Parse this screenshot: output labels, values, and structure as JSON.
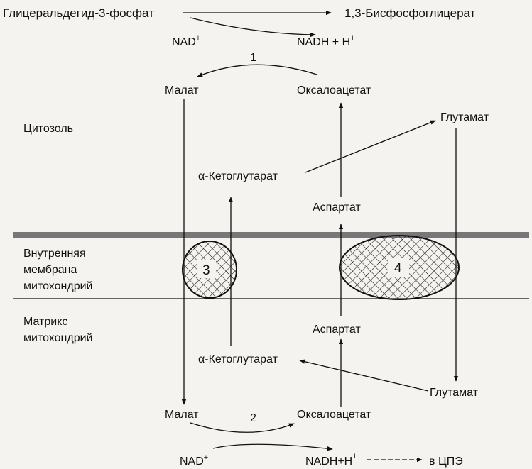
{
  "labels": {
    "g3p": "Глицеральдегид-3-фосфат",
    "bpg": "1,3-Бисфосфоглицерат",
    "nad_top": "NAD",
    "nad_top_sup": "+",
    "nadh_top": "NADH + H",
    "nadh_top_sup": "+",
    "enzyme1": "1",
    "malate_top": "Малат",
    "oaa_top": "Оксалоацетат",
    "cytosol": "Цитозоль",
    "glutamate_top": "Глутамат",
    "akg_top": "α-Кетоглутарат",
    "aspartate_top": "Аспартат",
    "membrane_line1": "Внутренняя",
    "membrane_line2": "мембрана",
    "membrane_line3": "митохондрий",
    "carrier3": "3",
    "carrier4": "4",
    "matrix_line1": "Матрикс",
    "matrix_line2": "митохондрий",
    "aspartate_bottom": "Аспартат",
    "akg_bottom": "α-Кетоглутарат",
    "glutamate_bottom": "Глутамат",
    "malate_bottom": "Малат",
    "enzyme2": "2",
    "oaa_bottom": "Оксалоацетат",
    "nad_bottom": "NAD",
    "nad_bottom_sup": "+",
    "nadh_bottom": "NADH+H",
    "nadh_bottom_sup": "+",
    "etc": "в ЦПЭ"
  },
  "colors": {
    "ink": "#111111",
    "membrane": "#777777",
    "background": "#f4f3ef"
  }
}
